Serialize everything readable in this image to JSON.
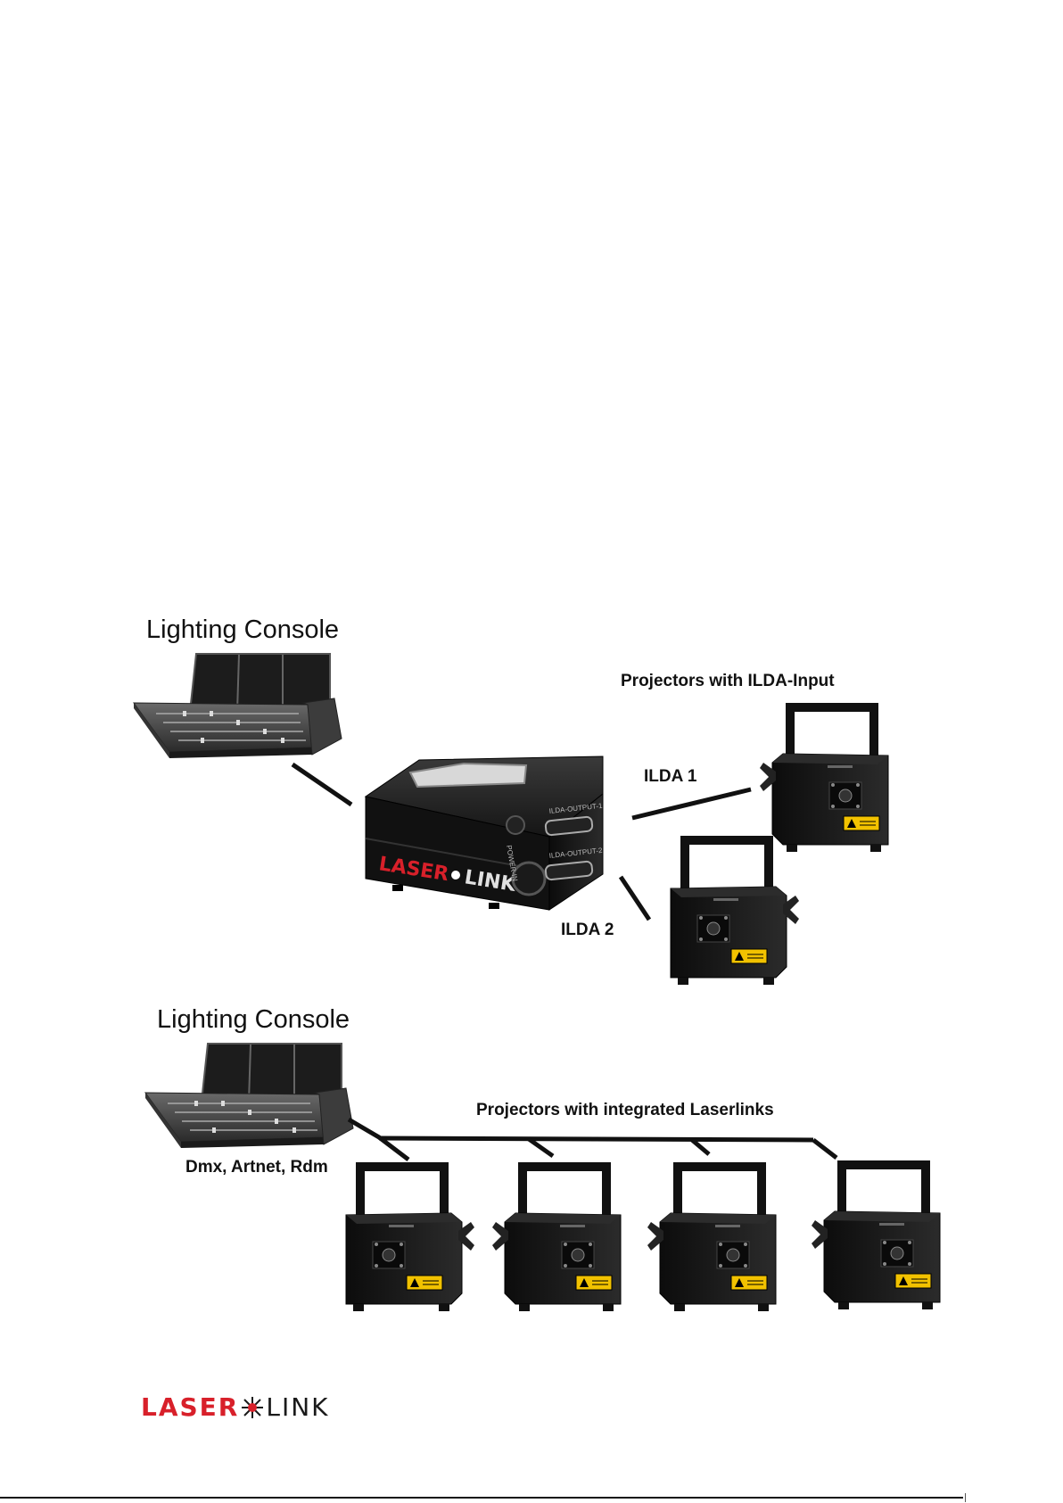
{
  "diagram_top": {
    "console_label": "Lighting Console",
    "projectors_label": "Projectors with ILDA-Input",
    "ilda1_label": "ILDA 1",
    "ilda2_label": "ILDA 2",
    "device_brand": "LASER",
    "device_brand_tail": "LINK",
    "port_output1": "ILDA-OUTPUT-1",
    "port_output2": "ILDA-OUTPUT-2",
    "port_power": "POWER-IN"
  },
  "diagram_bottom": {
    "console_label": "Lighting Console",
    "projectors_label": "Projectors with integrated Laserlinks",
    "protocols_label": "Dmx, Artnet, Rdm"
  },
  "footer_logo": {
    "part1": "LASER",
    "part2": "LINK",
    "color_red": "#d8202a",
    "color_dark": "#1a1a1a"
  }
}
